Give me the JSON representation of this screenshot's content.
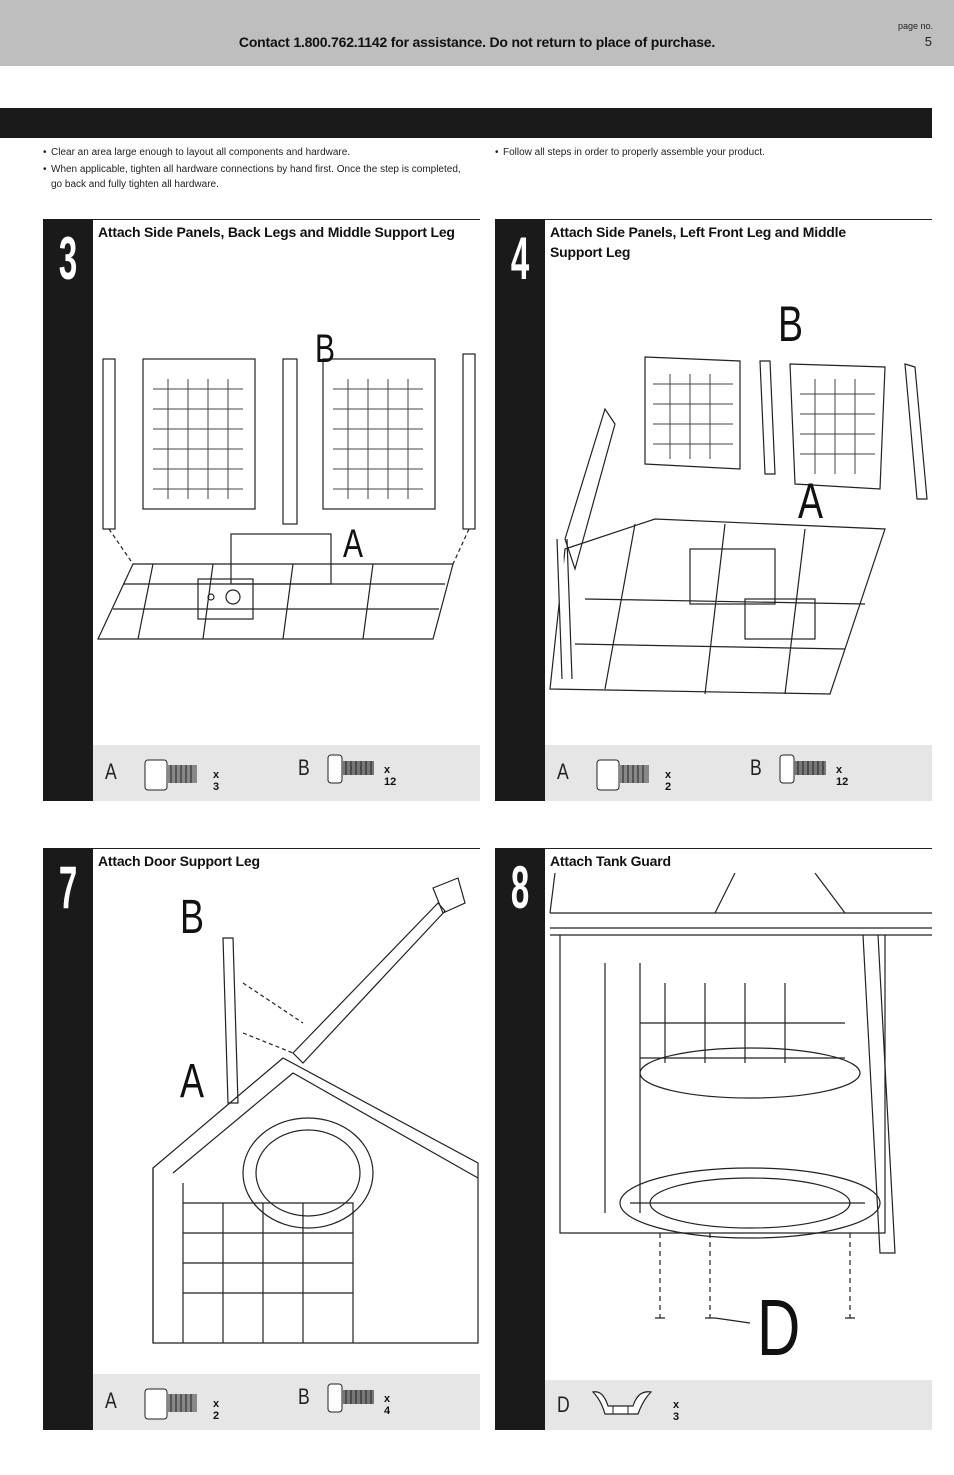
{
  "header": {
    "contact": "Contact 1.800.762.1142 for assistance. Do not return to place of purchase.",
    "page_label": "page no.",
    "page_number": "5"
  },
  "tips": {
    "left": [
      "Clear an area large enough to layout all components and hardware.",
      "When applicable, tighten all hardware connections by hand first. Once the step is completed, go back and fully tighten all hardware."
    ],
    "right": [
      "Follow all steps in order to properly assemble your product."
    ]
  },
  "steps": [
    {
      "number": "3",
      "title": "Attach Side Panels, Back Legs and Middle Support Leg",
      "labels": [
        "B",
        "A"
      ],
      "hardware": [
        {
          "letter": "A",
          "qty": "x 3",
          "icon": "bolt-short-icon"
        },
        {
          "letter": "B",
          "qty": "x 12",
          "icon": "bolt-long-icon"
        }
      ]
    },
    {
      "number": "4",
      "title": "Attach Side Panels, Left Front Leg and Middle Support Leg",
      "labels": [
        "B",
        "A"
      ],
      "hardware": [
        {
          "letter": "A",
          "qty": "x 2",
          "icon": "bolt-short-icon"
        },
        {
          "letter": "B",
          "qty": "x 12",
          "icon": "bolt-long-icon"
        }
      ]
    },
    {
      "number": "7",
      "title": "Attach Door Support Leg",
      "labels": [
        "B",
        "A"
      ],
      "hardware": [
        {
          "letter": "A",
          "qty": "x 2",
          "icon": "bolt-short-icon"
        },
        {
          "letter": "B",
          "qty": "x 4",
          "icon": "bolt-long-icon"
        }
      ]
    },
    {
      "number": "8",
      "title": "Attach Tank Guard",
      "labels": [
        "D"
      ],
      "hardware": [
        {
          "letter": "D",
          "qty": "x 3",
          "icon": "clip-icon"
        }
      ]
    }
  ]
}
